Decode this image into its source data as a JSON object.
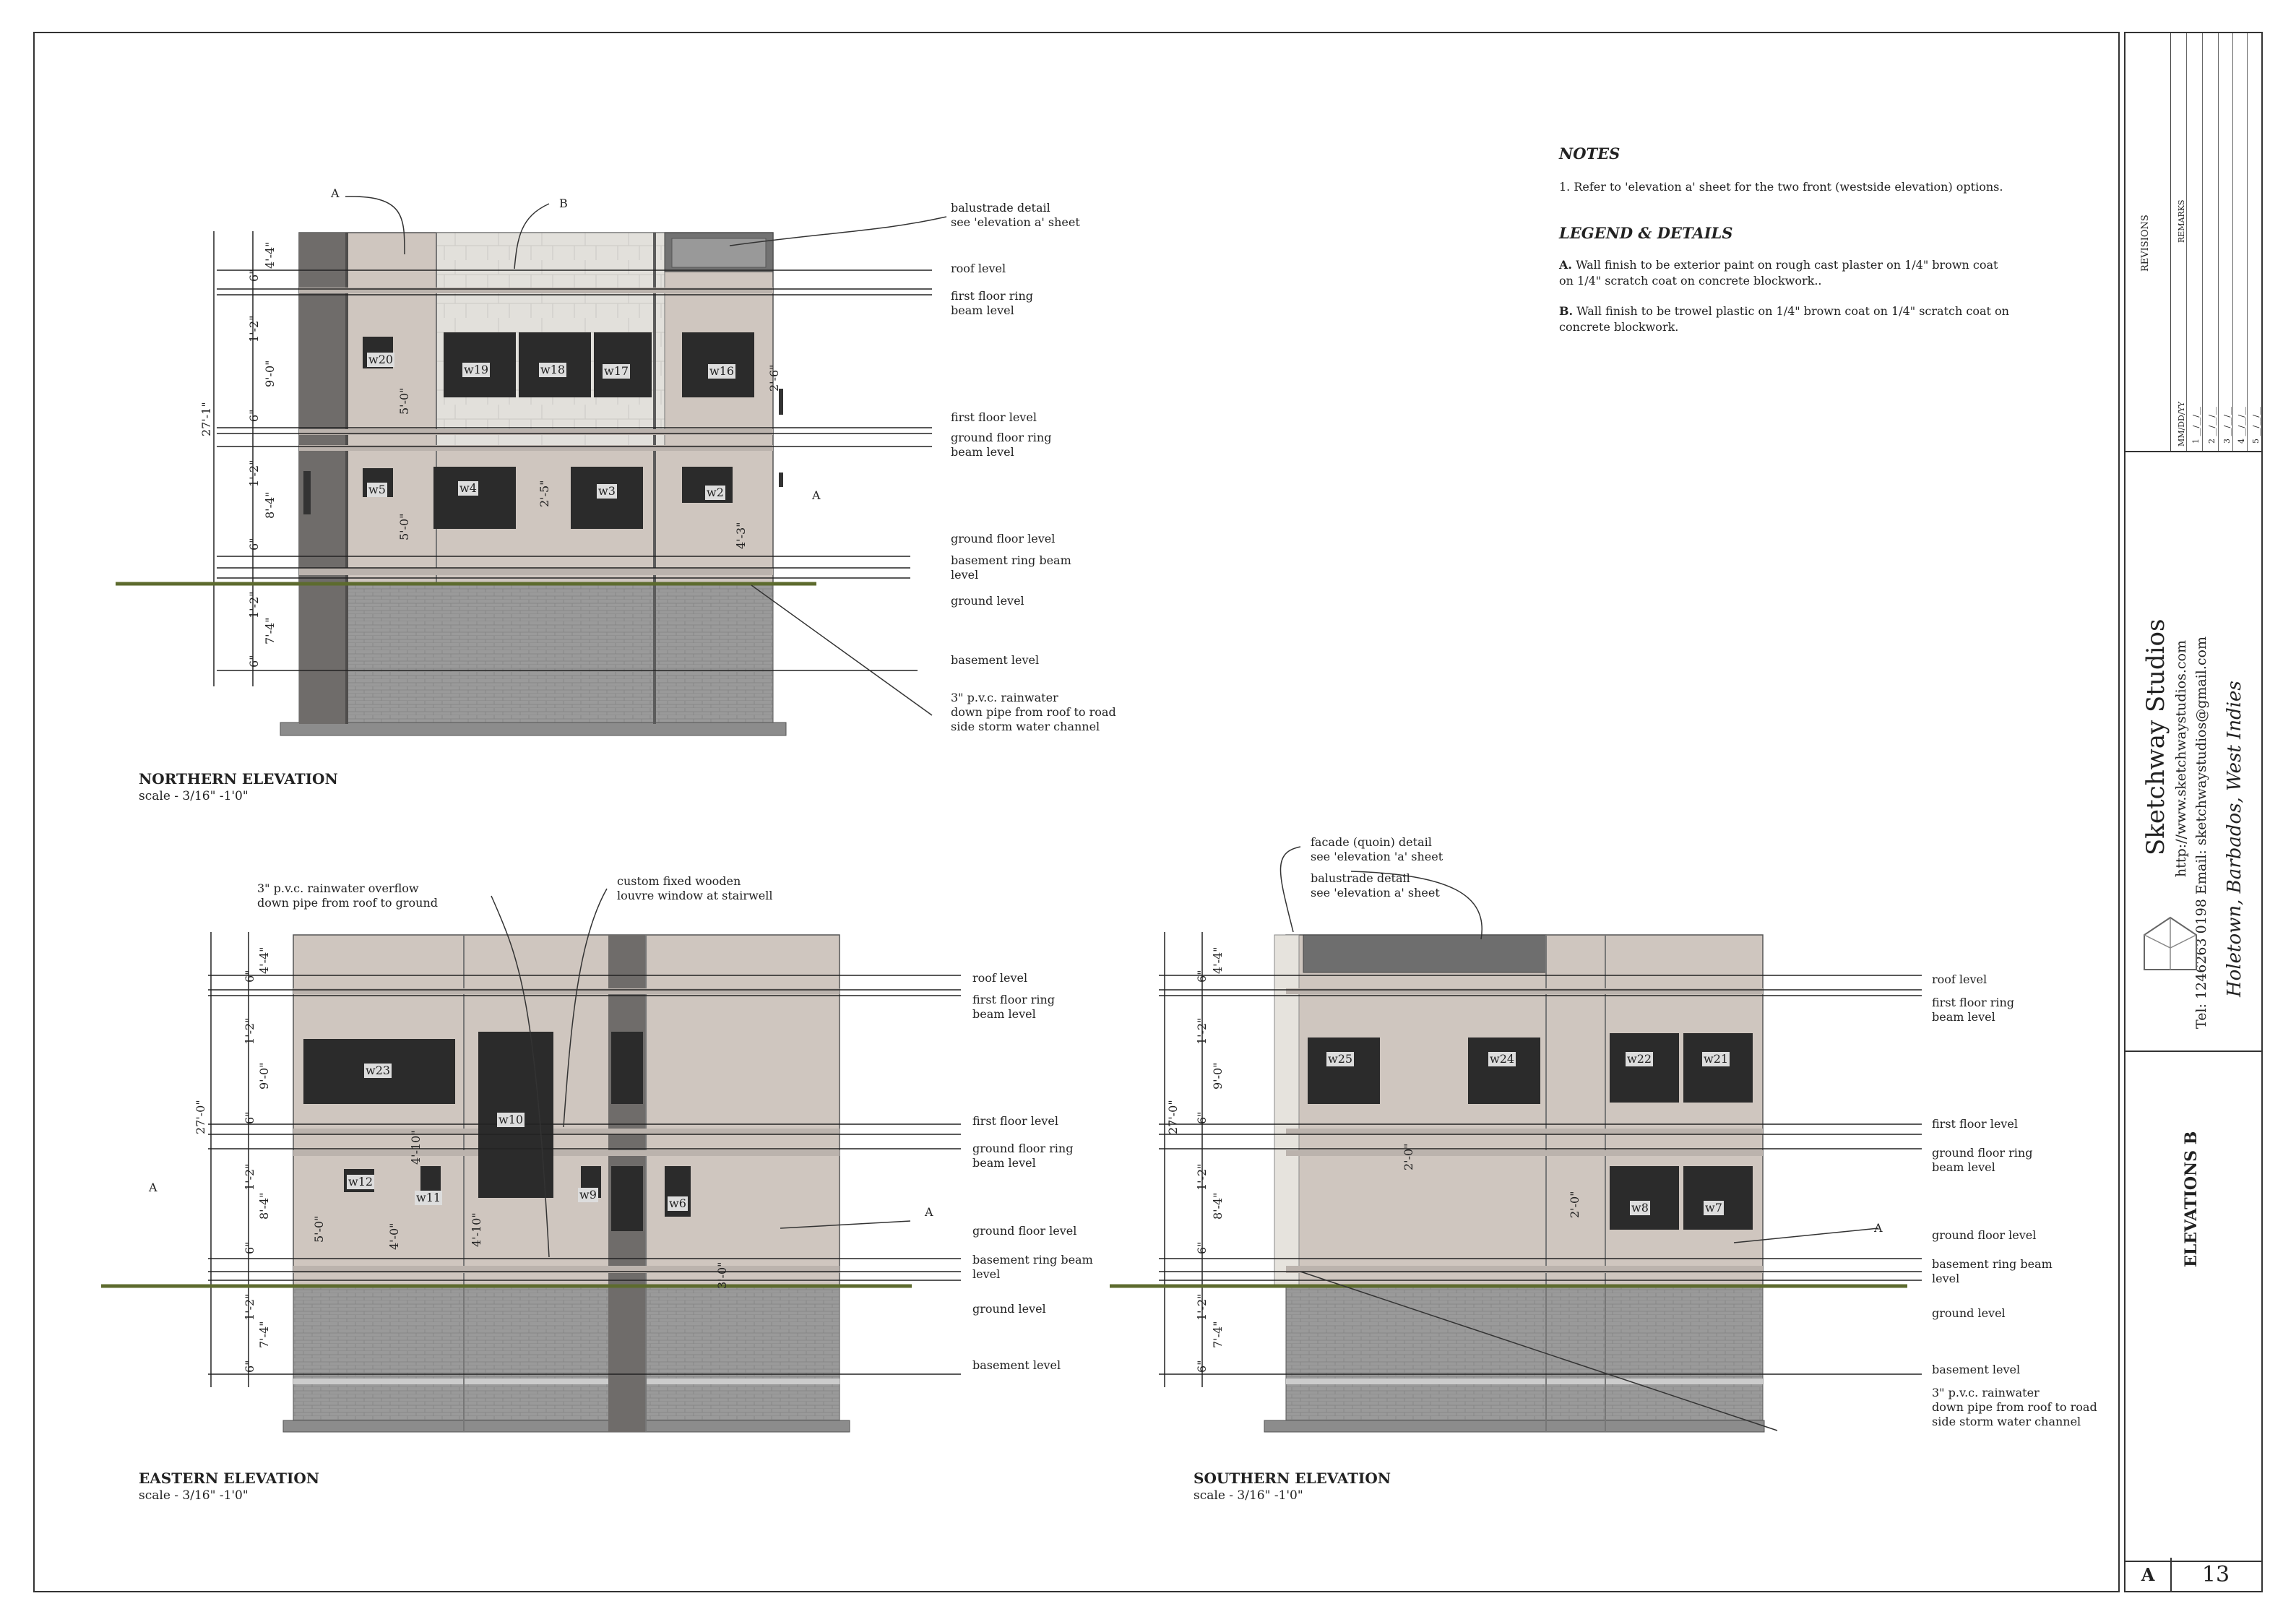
{
  "notes": {
    "heading": "NOTES",
    "items": [
      "1. Refer to 'elevation a' sheet for the two front (westside elevation) options."
    ],
    "legend_heading": "LEGEND & DETAILS",
    "legend": [
      {
        "key": "A.",
        "text_1": "Wall finish to be exterior paint on rough cast plaster on 1/4\" brown coat",
        "text_2": "on 1/4\" scratch coat on concrete blockwork.."
      },
      {
        "key": "B.",
        "text_1": "Wall finish to be trowel plastic on 1/4\" brown coat on 1/4\" scratch coat on",
        "text_2": "concrete blockwork."
      }
    ]
  },
  "northern": {
    "title": "NORTHERN ELEVATION",
    "scale": "scale - 3/16\" -1'0\"",
    "total_dim": "27'-1\"",
    "dims": [
      "6\"",
      "4'-4\"",
      "1'-2\"",
      "9'-0\"",
      "6\"",
      "1'-2\"",
      "8'-4\"",
      "6\"",
      "1'-2\"",
      "7'-4\"",
      "6\""
    ],
    "inner_dims": [
      "5'-0\"",
      "5'-0\"",
      "2'-6\"",
      "2'-5\"",
      "4'-3\""
    ],
    "windows": [
      "w20",
      "w19",
      "w18",
      "w17",
      "w16",
      "w5",
      "w4",
      "w3",
      "w2"
    ],
    "callouts": {
      "a": "A",
      "b": "B",
      "a2": "A"
    },
    "levels": {
      "balustrade_1": "balustrade detail",
      "balustrade_2": "see 'elevation a' sheet",
      "roof": "roof level",
      "ff_ring_1": "first floor ring",
      "ff_ring_2": "beam level",
      "first_floor": "first floor level",
      "gf_ring_1": "ground floor ring",
      "gf_ring_2": "beam level",
      "ground_floor": "ground floor level",
      "bs_ring_1": "basement ring beam",
      "bs_ring_2": "level",
      "ground": "ground level",
      "basement": "basement level",
      "pipe_1": "3\"  p.v.c. rainwater",
      "pipe_2": "down pipe from roof to road",
      "pipe_3": "side storm water channel"
    }
  },
  "eastern": {
    "title": "EASTERN ELEVATION",
    "scale": "scale - 3/16\" -1'0\"",
    "total_dim": "27'-0\"",
    "dims": [
      "6\"",
      "4'-4\"",
      "1'-2\"",
      "9'-0\"",
      "6\"",
      "1'-2\"",
      "8'-4\"",
      "6\"",
      "1'-2\"",
      "7'-4\"",
      "6\""
    ],
    "inner_dims": [
      "5'-0\"",
      "4'-0\"",
      "4'-10\"",
      "4'-10\"",
      "3'-0\""
    ],
    "windows": [
      "w23",
      "w10",
      "w12",
      "w11",
      "w9",
      "w6"
    ],
    "callouts": {
      "a_left": "A",
      "a_right": "A"
    },
    "notes": {
      "overflow_1": "3\" p.v.c. rainwater overflow",
      "overflow_2": "down pipe from roof to ground",
      "louvre_1": "custom fixed wooden",
      "louvre_2": "louvre window at stairwell"
    },
    "levels": {
      "roof": "roof level",
      "ff_ring_1": "first floor ring",
      "ff_ring_2": "beam level",
      "first_floor": "first floor level",
      "gf_ring_1": "ground floor ring",
      "gf_ring_2": "beam level",
      "ground_floor": "ground floor level",
      "bs_ring_1": "basement ring beam",
      "bs_ring_2": "level",
      "ground": "ground level",
      "basement": "basement level"
    }
  },
  "southern": {
    "title": "SOUTHERN ELEVATION",
    "scale": "scale - 3/16\" -1'0\"",
    "total_dim": "27'-0\"",
    "dims": [
      "6\"",
      "4'-4\"",
      "1'-2\"",
      "9'-0\"",
      "6\"",
      "1'-2\"",
      "8'-4\"",
      "6\"",
      "1'-2\"",
      "7'-4\"",
      "6\""
    ],
    "inner_dims": [
      "2'-0\"",
      "2'-0\""
    ],
    "windows": [
      "w25",
      "w24",
      "w22",
      "w21",
      "w8",
      "w7"
    ],
    "callouts": {
      "a": "A"
    },
    "notes": {
      "facade_1": "facade (quoin) detail",
      "facade_2": "see 'elevation 'a' sheet",
      "balustrade_1": "balustrade detail",
      "balustrade_2": "see 'elevation a' sheet"
    },
    "levels": {
      "roof": "roof level",
      "ff_ring_1": "first floor ring",
      "ff_ring_2": "beam level",
      "first_floor": "first floor level",
      "gf_ring_1": "ground floor ring",
      "gf_ring_2": "beam level",
      "ground_floor": "ground floor level",
      "bs_ring_1": "basement ring beam",
      "bs_ring_2": "level",
      "ground": "ground level",
      "basement": "basement level",
      "pipe_1": "3\"  p.v.c. rainwater",
      "pipe_2": "down pipe from roof to road",
      "pipe_3": "side storm water channel"
    }
  },
  "titleblock": {
    "revisions": "REVISIONS",
    "remarks": "REMARKS",
    "date_header": "MM/DD/YY",
    "rev_numbers": [
      "1",
      "2",
      "3",
      "4",
      "5"
    ],
    "rev_dates": [
      "__/__/__",
      "__/__/__",
      "__/__/__",
      "__/__/__",
      "__/__/__"
    ],
    "studio": "Sketchway Studios",
    "website": "http://www.sketchwaystudios.com",
    "contact": "Tel: 1246263 0198    Email: sketchwaystudios@gmail.com",
    "location": "Holetown, Barbados, West Indies",
    "sheet_title": "ELEVATIONS B",
    "sheet_letter": "A",
    "sheet_number": "13"
  }
}
